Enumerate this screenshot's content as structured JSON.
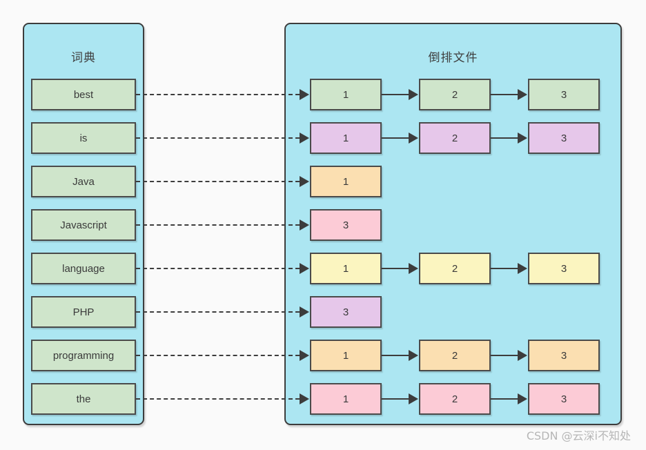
{
  "dictionary": {
    "title": "词典",
    "terms": [
      {
        "label": "best"
      },
      {
        "label": "is"
      },
      {
        "label": "Java"
      },
      {
        "label": "Javascript"
      },
      {
        "label": "language"
      },
      {
        "label": "PHP"
      },
      {
        "label": "programming"
      },
      {
        "label": "the"
      }
    ]
  },
  "inverted_file": {
    "title": "倒排文件",
    "rows": [
      {
        "term": "best",
        "color": "#cfe5cb",
        "color_name": "green",
        "postings": [
          "1",
          "2",
          "3"
        ]
      },
      {
        "term": "is",
        "color": "#e6c7ea",
        "color_name": "purple",
        "postings": [
          "1",
          "2",
          "3"
        ]
      },
      {
        "term": "Java",
        "color": "#fbdfb1",
        "color_name": "orange",
        "postings": [
          "1"
        ]
      },
      {
        "term": "Javascript",
        "color": "#fccbd6",
        "color_name": "pink",
        "postings": [
          "3"
        ]
      },
      {
        "term": "language",
        "color": "#fbf5c0",
        "color_name": "yellow",
        "postings": [
          "1",
          "2",
          "3"
        ]
      },
      {
        "term": "PHP",
        "color": "#e6c7ea",
        "color_name": "purple",
        "postings": [
          "3"
        ]
      },
      {
        "term": "programming",
        "color": "#fbdfb1",
        "color_name": "orange",
        "postings": [
          "1",
          "2",
          "3"
        ]
      },
      {
        "term": "the",
        "color": "#fccbd6",
        "color_name": "pink",
        "postings": [
          "1",
          "2",
          "3"
        ]
      }
    ]
  },
  "watermark": {
    "text": "CSDN @云深i不知处"
  },
  "colors": {
    "panel_background": "#ace6f2",
    "page_background": "#fafafa",
    "outline": "#3c3c3c",
    "term_fill": "#cfe5cb",
    "watermark_text": "#b6b6b6"
  }
}
